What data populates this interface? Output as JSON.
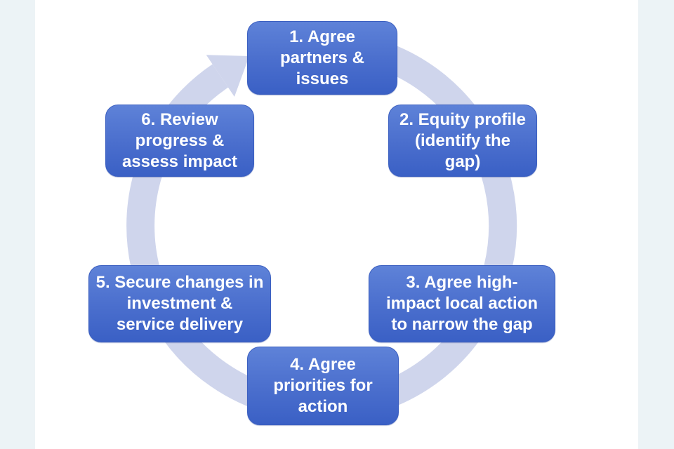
{
  "page": {
    "background_color": "#ffffff",
    "side_margin_color": "#ecf3f6"
  },
  "diagram": {
    "type": "cycle",
    "direction": "clockwise",
    "ring_color": "#cfd5ec",
    "box_color_top": "#5e82d8",
    "box_color_bottom": "#3a60c5",
    "text_color": "#ffffff",
    "steps": [
      {
        "id": 1,
        "position": "top",
        "label": "1. Agree\npartners &\nissues"
      },
      {
        "id": 2,
        "position": "top-right",
        "label": "2. Equity profile\n(identify the\ngap)"
      },
      {
        "id": 3,
        "position": "bottom-right",
        "label": "3. Agree high-\nimpact local action\nto narrow the gap"
      },
      {
        "id": 4,
        "position": "bottom",
        "label": "4. Agree\npriorities for\naction"
      },
      {
        "id": 5,
        "position": "bottom-left",
        "label": "5. Secure changes in\ninvestment &\nservice delivery"
      },
      {
        "id": 6,
        "position": "top-left",
        "label": "6. Review\nprogress &\nassess impact"
      }
    ]
  }
}
